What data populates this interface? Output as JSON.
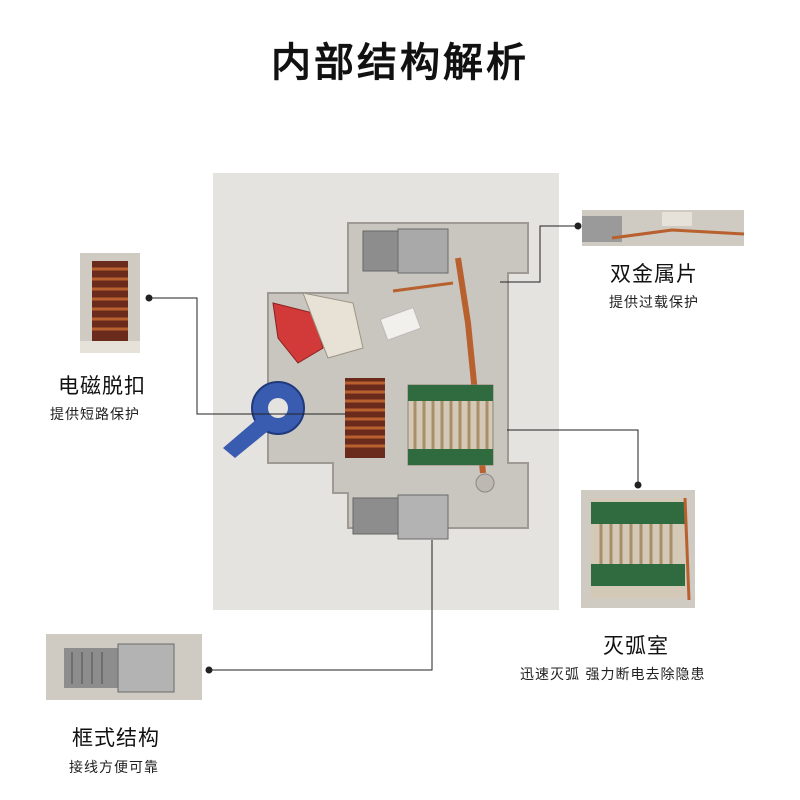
{
  "title": "内部结构解析",
  "callouts": [
    {
      "id": "bimetal",
      "name": "双金属片",
      "desc": "提供过载保护"
    },
    {
      "id": "magnetic",
      "name": "电磁脱扣",
      "desc": "提供短路保护"
    },
    {
      "id": "arc",
      "name": "灭弧室",
      "desc": "迅速灭弧 强力断电去除隐患"
    },
    {
      "id": "frame",
      "name": "框式结构",
      "desc": "接线方便可靠"
    }
  ],
  "colors": {
    "background": "#ffffff",
    "housing": "#c9c6c0",
    "copper": "#b8602e",
    "arc_plates": "#2f6b3e",
    "knob": "#3a5cb0",
    "latch": "#d23a3a"
  }
}
